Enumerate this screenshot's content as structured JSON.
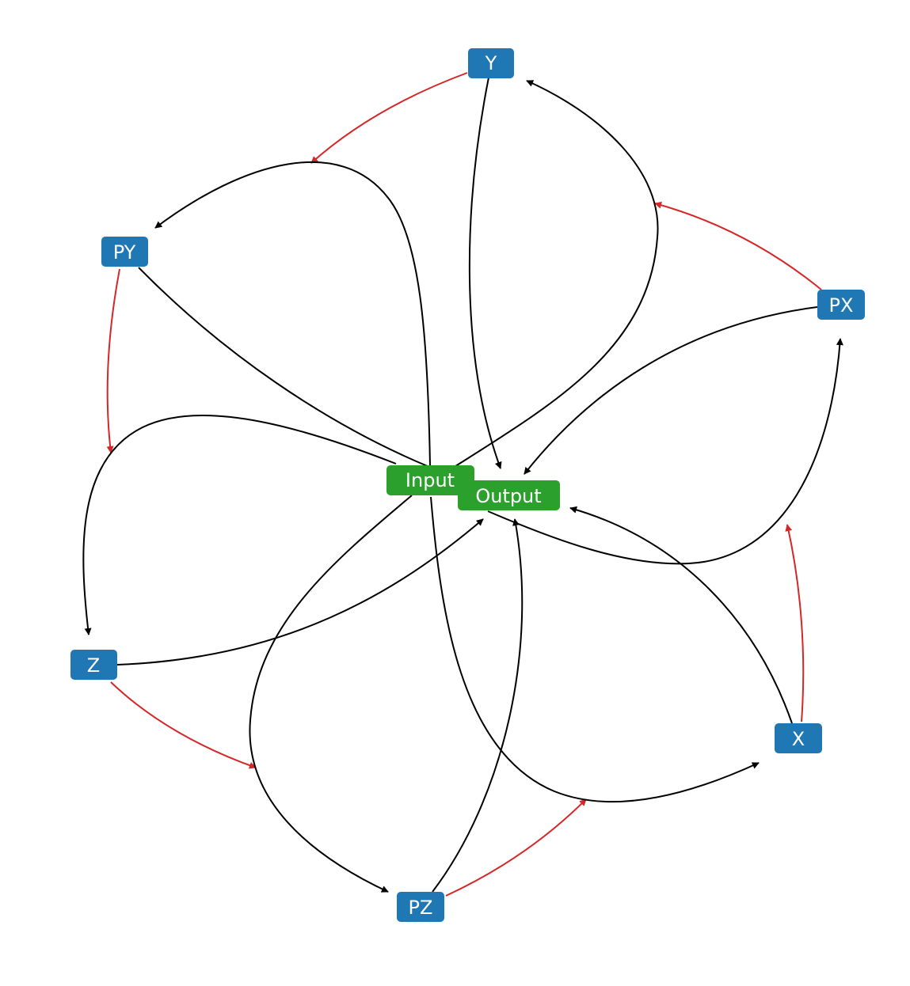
{
  "colors": {
    "axis_node": "#1f77b4",
    "io_node": "#2ca02c",
    "data_edge": "#000000",
    "order_edge": "#d62728",
    "label": "#ffffff"
  },
  "nodes": [
    {
      "id": "Y",
      "label": "Y",
      "kind": "axis"
    },
    {
      "id": "PY",
      "label": "PY",
      "kind": "axis"
    },
    {
      "id": "PX",
      "label": "PX",
      "kind": "axis"
    },
    {
      "id": "Z",
      "label": "Z",
      "kind": "axis"
    },
    {
      "id": "X",
      "label": "X",
      "kind": "axis"
    },
    {
      "id": "PZ",
      "label": "PZ",
      "kind": "axis"
    },
    {
      "id": "Input",
      "label": "Input",
      "kind": "io"
    },
    {
      "id": "Output",
      "label": "Output",
      "kind": "io"
    }
  ],
  "edges": [
    {
      "from": "Y",
      "to": "PY",
      "kind": "order"
    },
    {
      "from": "PY",
      "to": "Z",
      "kind": "order"
    },
    {
      "from": "Z",
      "to": "PZ",
      "kind": "order"
    },
    {
      "from": "PZ",
      "to": "X",
      "kind": "order"
    },
    {
      "from": "X",
      "to": "PX",
      "kind": "order"
    },
    {
      "from": "PX",
      "to": "Y",
      "kind": "order"
    },
    {
      "from": "Input",
      "to": "Y",
      "kind": "data"
    },
    {
      "from": "Input",
      "to": "PY",
      "kind": "data"
    },
    {
      "from": "Input",
      "to": "Z",
      "kind": "data"
    },
    {
      "from": "Input",
      "to": "PZ",
      "kind": "data"
    },
    {
      "from": "Input",
      "to": "X",
      "kind": "data"
    },
    {
      "from": "Output",
      "to": "PX",
      "kind": "data"
    },
    {
      "from": "Y",
      "to": "Output",
      "kind": "data"
    },
    {
      "from": "PY",
      "to": "Input",
      "kind": "data"
    },
    {
      "from": "PX",
      "to": "Output",
      "kind": "data"
    },
    {
      "from": "Z",
      "to": "Output",
      "kind": "data"
    },
    {
      "from": "X",
      "to": "Output",
      "kind": "data"
    },
    {
      "from": "PZ",
      "to": "Output",
      "kind": "data"
    }
  ]
}
